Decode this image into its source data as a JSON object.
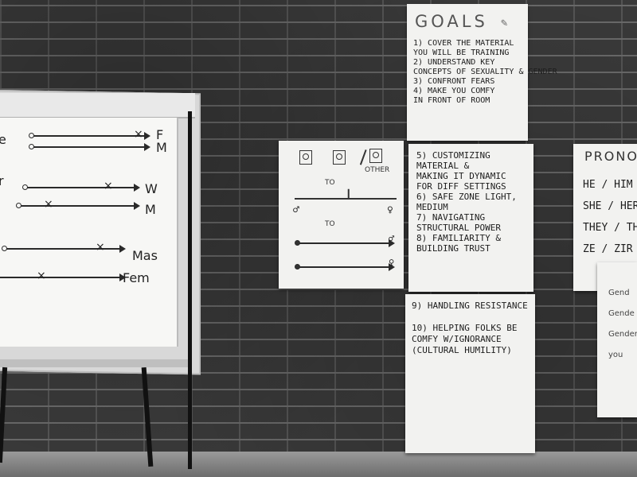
{
  "flipchart": {
    "rows": [
      {
        "labels": [
          "F",
          "M"
        ]
      },
      {
        "labels": [
          "W",
          "M"
        ]
      },
      {
        "labels": [
          "Mas",
          "Fem"
        ]
      }
    ],
    "partial_left": [
      "e",
      "r"
    ]
  },
  "goals": {
    "title": "GOALS",
    "items": [
      "1) COVER THE MATERIAL",
      "   YOU WILL BE TRAINING",
      "2) UNDERSTAND KEY",
      "   CONCEPTS OF SEXUALITY & GENDER",
      "3) CONFRONT FEARS",
      "4) MAKE YOU COMFY",
      "   IN FRONT OF ROOM"
    ]
  },
  "goals_continued": {
    "items": [
      "5) CUSTOMIZING",
      "   MATERIAL &",
      "   MAKING IT DYNAMIC",
      "   FOR DIFF SETTINGS",
      "6) SAFE ZONE LIGHT,",
      "   MEDIUM",
      "7) NAVIGATING",
      "   STRUCTURAL POWER",
      "8) FAMILIARITY &",
      "   BUILDING TRUST"
    ]
  },
  "goals_final": {
    "items": [
      "9) HANDLING RESISTANCE",
      "",
      "10) HELPING FOLKS BE",
      "    COMFY W/IGNORANCE",
      "    (CULTURAL HUMILITY)"
    ]
  },
  "diagram": {
    "to_label_top": "TO",
    "to_label_mid": "TO",
    "other_label": "OTHER"
  },
  "pronouns": {
    "title": "PRONOU",
    "items": [
      "HE / HIM",
      "SHE / HER /",
      "THEY / THEM",
      "ZE / ZIR"
    ]
  },
  "gender_sheet": {
    "items": [
      "Gend",
      "Gende",
      "Gender",
      "you"
    ]
  }
}
